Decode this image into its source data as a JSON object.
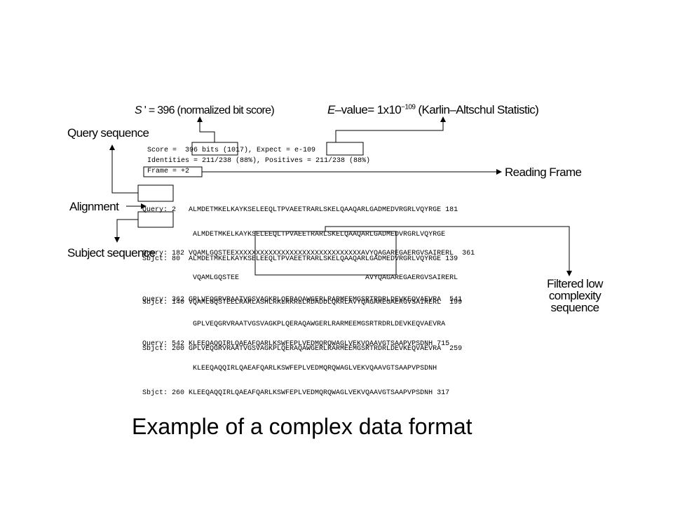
{
  "annotations": {
    "s_prime": {
      "symbol": "S",
      "rest": " ' = 396 (normalized bit score)"
    },
    "evalue": {
      "symbol": "E",
      "rest": "–value= 1x10",
      "exp": "−109",
      "after": " (Karlin–Altschul Statistic)"
    },
    "query_sequence": "Query sequence",
    "alignment": "Alignment",
    "subject_sequence": "Subject sequence",
    "reading_frame": "Reading Frame",
    "filtered": [
      "Filtered low",
      "complexity",
      "sequence"
    ]
  },
  "header": {
    "line1": "Score =  396 bits (1017), Expect = e-109",
    "line2": "Identities = 211/238 (88%), Positives = 211/238 (88%)",
    "line3": "Frame = +2"
  },
  "blocks": [
    {
      "query": "Query: 2   ALMDETMKELKAYKSELEEQLTPVAEETRARLSKELQAAQARLGADMEDVRGRLVQYRGE 181",
      "middle": "            ALMDETMKELKAYKSELEEQLTPVAEETRARLSKELQAAQARLGADMEDVRGRLVQYRGE",
      "sbjct": "Sbjct: 80  ALMDETMKELKAYKSELEEQLTPVAEETRARLSKELQAAQARLGADMEDVRGRLVQYRGE 139"
    },
    {
      "query": "Query: 182 VQAMLGQSTEEXXXXXXXXXXXXXXXXXXXXXXXXXXXXXXAVYQAGAREGAERGVSAIRERL  361",
      "middle": "            VQAMLGQSTEE                              AVYQAGAREGAERGVSAIRERL",
      "sbjct": "Sbjct: 140 VQAMLGQSTEELRARLASHLRKLRKRLLRDADDLQKRLAVYQAGAREGAERGVSAIRERL  199"
    },
    {
      "query": "Query: 362 GPLVEQGRVRAATVGSVAGKPLQERAQAWGERLRARMEEMGSRTRDRLDEVKEQVAEVRA  541",
      "middle": "            GPLVEQGRVRAATVGSVAGKPLQERAQAWGERLRARMEEMGSRTRDRLDEVKEQVAEVRA",
      "sbjct": "Sbjct: 200 GPLVEQGRVRAATVGSVAGKPLQERAQAWGERLRARMEEMGSRTRDRLDEVKEQVAEVRA  259"
    },
    {
      "query": "Query: 542 KLEEQAQQIRLQAEAFQARLKSWFEPLVEDMQRQWAGLVEKVQAAVGTSAAPVPSDNH 715",
      "middle": "            KLEEQAQQIRLQAEAFQARLKSWFEPLVEDMQRQWAGLVEKVQAAVGTSAAPVPSDNH",
      "sbjct": "Sbjct: 260 KLEEQAQQIRLQAEAFQARLKSWFEPLVEDMQRQWAGLVEKVQAAVGTSAAPVPSDNH 317"
    }
  ],
  "caption": "Example of a complex data format"
}
